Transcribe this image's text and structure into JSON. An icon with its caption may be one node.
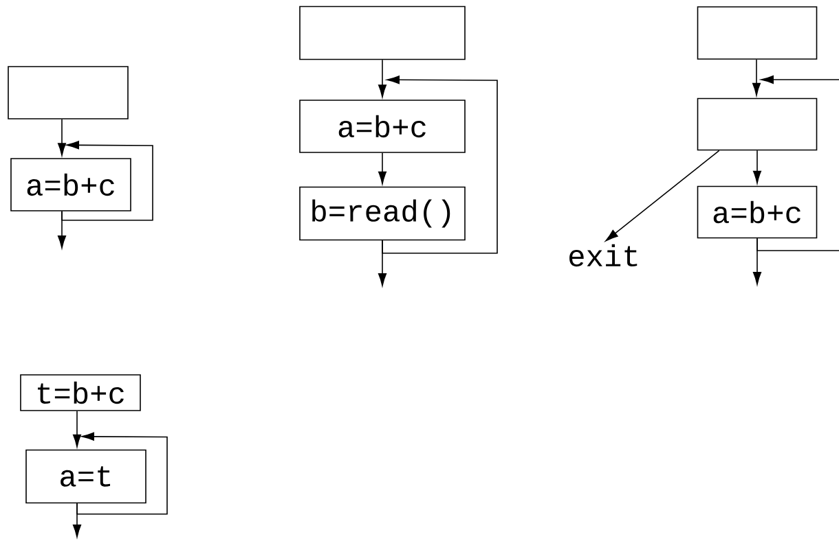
{
  "diagram": {
    "nodes": [
      {
        "text": [],
        "shape": "box"
      },
      {
        "text": [
          "a=b+c"
        ]
      },
      {
        "text": [],
        "shape": "box"
      },
      {
        "text": [
          "a=b+c"
        ]
      },
      {
        "text": [
          "b=read()"
        ]
      },
      {
        "text": [],
        "shape": "box"
      },
      {
        "text": [],
        "shape": "box"
      },
      {
        "text": [
          "a=b+c"
        ]
      },
      {
        "text": [
          "exit"
        ]
      },
      {
        "text": [
          "t=b+c"
        ]
      },
      {
        "text": [
          "a=t"
        ]
      }
    ],
    "edges": [
      {
        "from": 0,
        "to": 1,
        "arrow": "to"
      },
      {
        "from": 1,
        "to": 1,
        "arrow": "to"
      },
      {
        "from": 1,
        "to": null,
        "arrow": "to"
      },
      {
        "from": 2,
        "to": 3,
        "arrow": "to"
      },
      {
        "from": 3,
        "to": 4,
        "arrow": "to"
      },
      {
        "from": 4,
        "to": 3,
        "arrow": "to"
      },
      {
        "from": 4,
        "to": null,
        "arrow": "to"
      },
      {
        "from": 5,
        "to": 6,
        "arrow": "to"
      },
      {
        "from": null,
        "to": 6,
        "arrow": "to"
      },
      {
        "from": 6,
        "to": 7,
        "arrow": "to"
      },
      {
        "from": 6,
        "to": 8,
        "arrow": "to"
      },
      {
        "from": 7,
        "to": null,
        "arrow": "to"
      },
      {
        "from": 7,
        "to": null,
        "arrow": "none"
      },
      {
        "from": 9,
        "to": 10,
        "arrow": "to"
      },
      {
        "from": 10,
        "to": 10,
        "arrow": "to"
      },
      {
        "from": 10,
        "to": null,
        "arrow": "to"
      }
    ]
  }
}
